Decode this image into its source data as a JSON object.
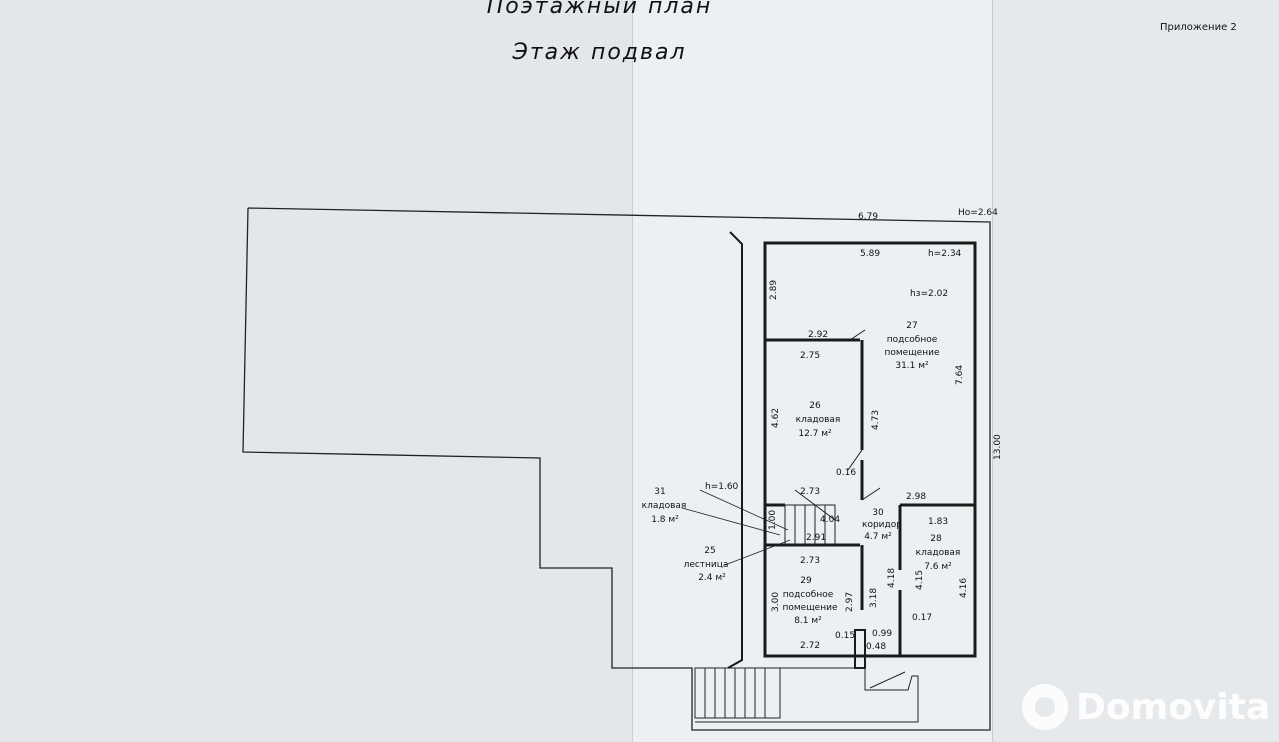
{
  "header": {
    "title_line1": "Поэтажный план",
    "title_line2": "Этаж подвал",
    "appendix": "Приложение 2"
  },
  "dimensions": {
    "outer_top": "6.79",
    "height_mark": "Ho=2.64",
    "inner_top": "5.89",
    "h_27": "h=2.34",
    "hz_27": "hз=2.02",
    "left_27": "2.89",
    "top_26": "2.92",
    "inner_26": "2.75",
    "left_26": "4.62",
    "right_26": "4.73",
    "right_total": "7.64",
    "total_depth": "13.00",
    "wall_016": "0.16",
    "stair_273_top": "2.73",
    "h_31": "h=1.60",
    "corr_298": "2.98",
    "corr_404": "4.04",
    "stair_291": "2.91",
    "stair_100": "1.00",
    "top_29": "2.73",
    "r28_183": "1.83",
    "left_29": "3.00",
    "r29_297": "2.97",
    "r29_318": "3.18",
    "r28_418": "4.18",
    "r28_415": "4.15",
    "r28_416": "4.16",
    "bot_272": "2.72",
    "d_015": "0.15",
    "d_099": "0.99",
    "d_048": "0.48",
    "d_017": "0.17"
  },
  "rooms": [
    {
      "num": "27",
      "name1": "подсобное",
      "name2": "помещение",
      "area": "31.1 м²"
    },
    {
      "num": "26",
      "name1": "кладовая",
      "name2": "",
      "area": "12.7 м²"
    },
    {
      "num": "30",
      "name1": "коридор",
      "name2": "",
      "area": "4.7 м²"
    },
    {
      "num": "28",
      "name1": "кладовая",
      "name2": "",
      "area": "7.6 м²"
    },
    {
      "num": "29",
      "name1": "подсобное",
      "name2": "помещение",
      "area": "8.1 м²"
    },
    {
      "num": "31",
      "name1": "кладовая",
      "name2": "",
      "area": "1.8 м²"
    },
    {
      "num": "25",
      "name1": "лестница",
      "name2": "",
      "area": "2.4 м²"
    }
  ],
  "watermark": "Domovita"
}
